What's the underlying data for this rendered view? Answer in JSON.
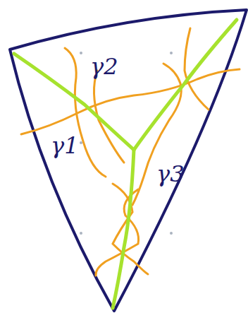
{
  "diagram": {
    "labels": [
      "γ2",
      "γ1",
      "γ3"
    ]
  }
}
